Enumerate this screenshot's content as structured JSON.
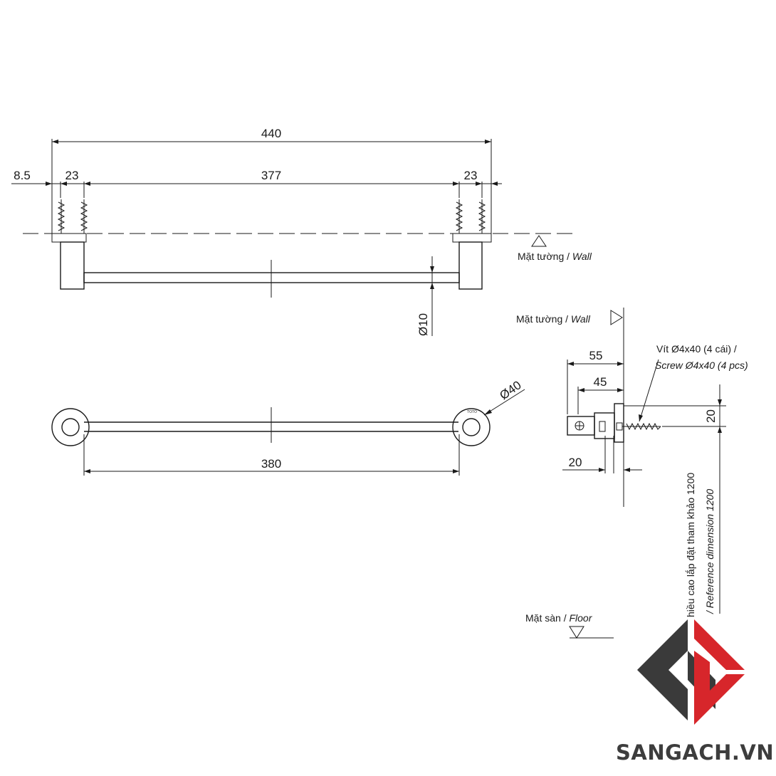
{
  "dimensions": {
    "total_width": "440",
    "left_offset": "8.5",
    "left_post": "23",
    "inner_span": "377",
    "right_post": "23",
    "bar_diameter": "Ø10",
    "flange_diameter": "Ø40",
    "bar_length": "380",
    "projection_total": "55",
    "projection_inner": "45",
    "base_width": "20",
    "height_offset": "20"
  },
  "labels": {
    "wall_top_vi": "Mặt tường / ",
    "wall_top_en": "Wall",
    "wall_side_vi": "Mặt tường / ",
    "wall_side_en": "Wall",
    "screw_vi": "Vít Ø4x40 (4 cái) /",
    "screw_en": "Screw Ø4x40 (4 pcs)",
    "height_vi": "hiều cao lắp đặt tham khảo 1200",
    "height_en": "/ Reference dimension 1200",
    "floor_vi": "Mặt sàn / ",
    "floor_en": "Floor",
    "flange_mark": "TOTO"
  },
  "brand": {
    "name": "SANGACH.VN",
    "logo_colors": {
      "dark": "#3a3a3a",
      "red": "#d7262b"
    }
  }
}
